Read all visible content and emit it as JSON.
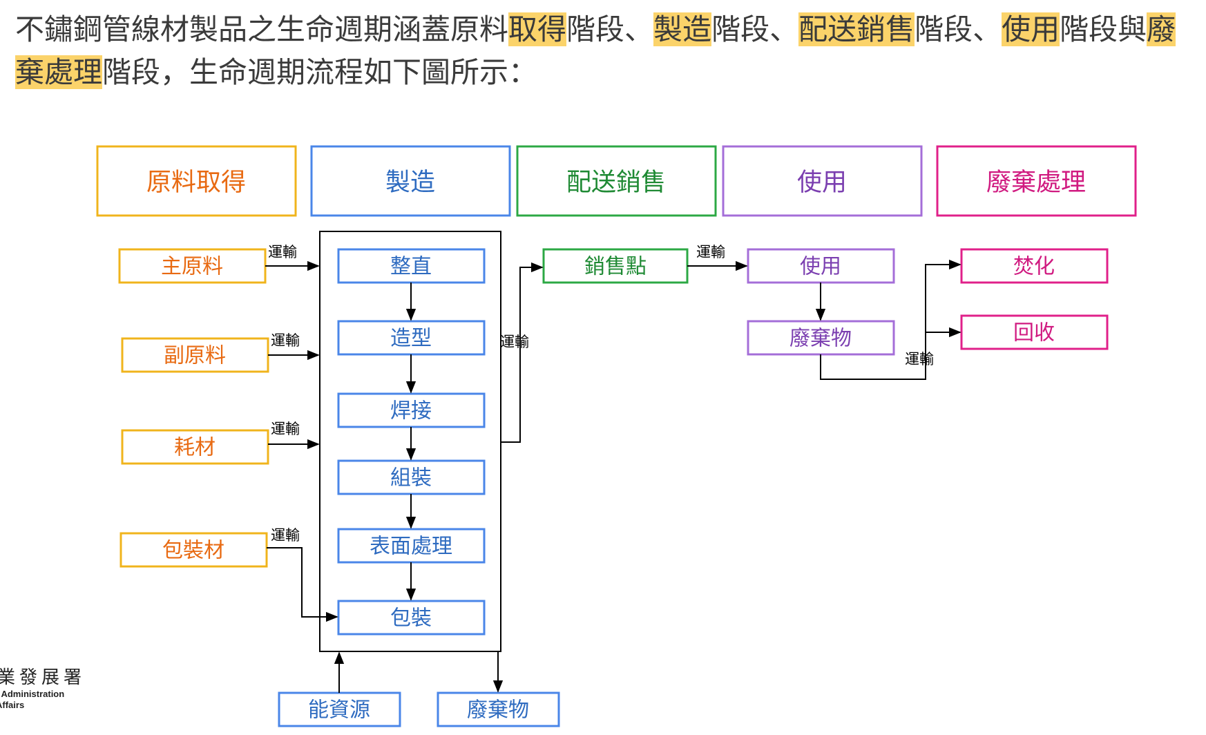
{
  "intro": {
    "segments": [
      {
        "text": "不鏽鋼管線材製品之生命週期涵蓋原料",
        "hl": false
      },
      {
        "text": "取得",
        "hl": true
      },
      {
        "text": "階段、",
        "hl": false
      },
      {
        "text": "製造",
        "hl": true
      },
      {
        "text": "階段、",
        "hl": false
      },
      {
        "text": "配送銷售",
        "hl": true
      },
      {
        "text": "階段、",
        "hl": false
      },
      {
        "text": "使用",
        "hl": true
      },
      {
        "text": "階段與",
        "hl": false
      },
      {
        "text": "廢棄處理",
        "hl": true
      },
      {
        "text": "階段，生命週期流程如下圖所示：",
        "hl": false
      }
    ]
  },
  "colors": {
    "raw": "#f0b41c",
    "raw_text": "#e86a12",
    "mfg": "#4a86e8",
    "mfg_text": "#2e6bc0",
    "dist": "#2ca844",
    "dist_text": "#1f8a34",
    "use": "#a46ed8",
    "use_text": "#7b3fb0",
    "waste": "#e0208a",
    "waste_text": "#d01a80",
    "highlight": "#fbd36a"
  },
  "stages": {
    "raw": "原料取得",
    "mfg": "製造",
    "dist": "配送銷售",
    "use": "使用",
    "waste": "廢棄處理"
  },
  "raw_items": {
    "main": "主原料",
    "sub": "副原料",
    "consumable": "耗材",
    "packaging": "包裝材"
  },
  "mfg_steps": {
    "straighten": "整直",
    "forming": "造型",
    "welding": "焊接",
    "assembly": "組裝",
    "surface": "表面處理",
    "packing": "包裝"
  },
  "mfg_inputs": {
    "energy": "能資源",
    "waste": "廢棄物"
  },
  "dist_items": {
    "sales_point": "銷售點"
  },
  "use_items": {
    "use": "使用",
    "waste": "廢棄物"
  },
  "disposal_items": {
    "incineration": "焚化",
    "recycling": "回收"
  },
  "edge_label": "運輸",
  "logo": {
    "zh": "業發展署",
    "en_line1": "t Administration",
    "en_line2": "Affairs"
  }
}
